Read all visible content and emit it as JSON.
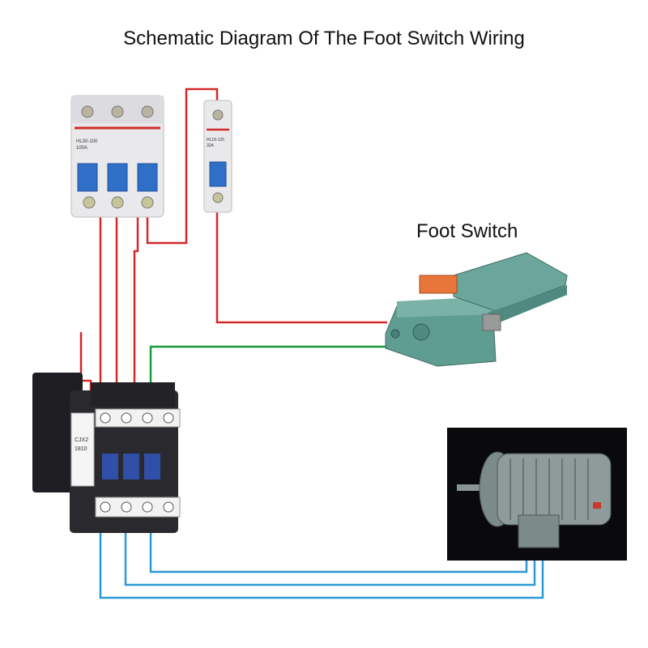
{
  "title": "Schematic Diagram Of The Foot Switch Wiring",
  "foot_switch_label": "Foot Switch",
  "breaker_main_label": "HL30-100",
  "breaker_main_rating": "100A",
  "breaker_small_label": "HL18-125",
  "breaker_small_rating": "32A",
  "contactor_label": "CJX2",
  "contactor_model": "1810",
  "colors": {
    "line_wire": "#d42a2a",
    "control_wire": "#1a9a3a",
    "motor_wire": "#2a9ad6"
  }
}
